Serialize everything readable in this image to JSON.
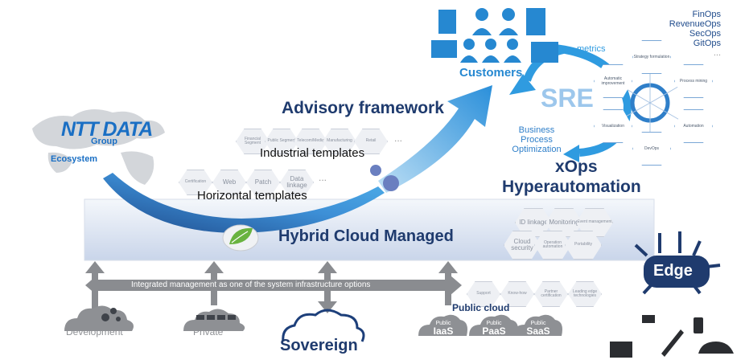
{
  "ntt": {
    "brand": "NTT DATA",
    "group": "Group",
    "ecosystem": "Ecosystem"
  },
  "advisory": "Advisory framework",
  "industrial": {
    "title": "Industrial templates",
    "items": [
      "Financial Segment",
      "Public Segment",
      "Telecom/Media",
      "Manufacturing",
      "Retail"
    ],
    "more": "..."
  },
  "horizontal": {
    "title": "Horizontal templates",
    "items": [
      "Certification",
      "Web",
      "Patch",
      "Data linkage"
    ],
    "more": "..."
  },
  "customers": {
    "label": "Customers"
  },
  "metrics": "metrics",
  "sre": "SRE",
  "bpo": "Business Process Optimization",
  "xops": {
    "title": "xOps",
    "hyper": "Hyperautomation"
  },
  "ops_list": [
    "FinOps",
    "RevenueOps",
    "SecOps",
    "GitOps",
    "..."
  ],
  "ops_cycle": [
    "Strategy formulation",
    "Process mining",
    "Automation",
    "DevOps",
    "Visualization",
    "Automatic improvement"
  ],
  "hcm": {
    "title": "Hybrid Cloud Managed",
    "items": [
      "ID linkage",
      "Monitoring",
      "Event management",
      "Cloud security",
      "Operation automation",
      "Portability"
    ]
  },
  "integrated": "Integrated management as one of the system infrastructure options",
  "clouds": {
    "development": "Development",
    "private": "Private",
    "sovereign": "Sovereign"
  },
  "public": {
    "title": "Public cloud",
    "items": [
      "Support",
      "Know-how",
      "Partner certification",
      "Leading edge technologies"
    ],
    "services": [
      {
        "top": "Public",
        "name": "IaaS"
      },
      {
        "top": "Public",
        "name": "PaaS"
      },
      {
        "top": "Public",
        "name": "SaaS"
      }
    ]
  },
  "edge": {
    "label": "Edge"
  },
  "colors": {
    "primary": "#1a6fc4",
    "accent": "#3aa0e0",
    "navy": "#1f3b6e",
    "gray": "#8b8f96",
    "green": "#69b33f"
  }
}
